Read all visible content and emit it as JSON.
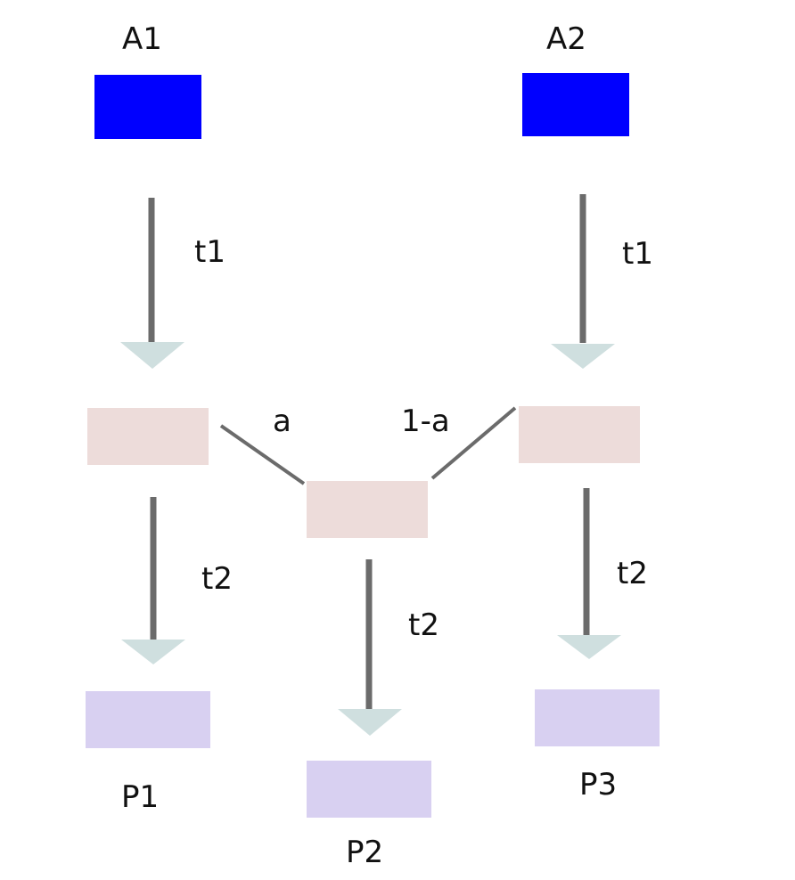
{
  "nodes": {
    "a1": {
      "label": "A1",
      "color": "#0000ff"
    },
    "a2": {
      "label": "A2",
      "color": "#0000ff"
    },
    "mid_left": {
      "color": "#eddcda"
    },
    "mid_center": {
      "color": "#eddcda"
    },
    "mid_right": {
      "color": "#eddcda"
    },
    "p1": {
      "label": "P1",
      "color": "#d8d0f1"
    },
    "p2": {
      "label": "P2",
      "color": "#d8d0f1"
    },
    "p3": {
      "label": "P3",
      "color": "#d8d0f1"
    }
  },
  "edges": {
    "a1_to_mid_left": {
      "label": "t1"
    },
    "a2_to_mid_right": {
      "label": "t1"
    },
    "mid_left_to_p1": {
      "label": "t2"
    },
    "mid_center_to_p2": {
      "label": "t2"
    },
    "mid_right_to_p3": {
      "label": "t2"
    },
    "mid_left_to_mid_center": {
      "label": "a"
    },
    "mid_right_to_mid_center": {
      "label": "1-a"
    }
  },
  "colors": {
    "arrow_shaft": "#6b6b6b",
    "arrow_head": "#cfdfdf",
    "connector": "#6b6b6b"
  }
}
